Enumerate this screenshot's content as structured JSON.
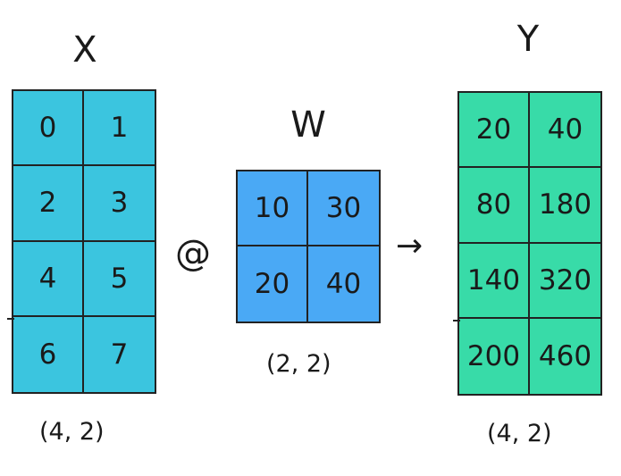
{
  "x": {
    "name": "X",
    "shape": "(4, 2)",
    "color": "#3BC5DF",
    "cells": [
      [
        "0",
        "1"
      ],
      [
        "2",
        "3"
      ],
      [
        "4",
        "5"
      ],
      [
        "6",
        "7"
      ]
    ]
  },
  "w": {
    "name": "W",
    "shape": "(2, 2)",
    "color": "#4AA9F5",
    "cells": [
      [
        "10",
        "30"
      ],
      [
        "20",
        "40"
      ]
    ]
  },
  "y": {
    "name": "Y",
    "shape": "(4, 2)",
    "color": "#38DBA8",
    "cells": [
      [
        "20",
        "40"
      ],
      [
        "80",
        "180"
      ],
      [
        "140",
        "320"
      ],
      [
        "200",
        "460"
      ]
    ]
  },
  "operator": "@",
  "arrow": "→"
}
